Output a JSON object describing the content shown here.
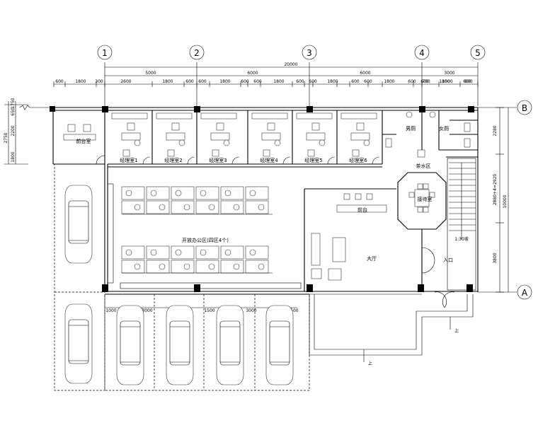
{
  "axes": {
    "columns": [
      "1",
      "2",
      "3",
      "4",
      "5"
    ],
    "rows": [
      "B",
      "A"
    ]
  },
  "dimensions": {
    "overall": "20000",
    "spans": [
      "5000",
      "6000",
      "6000",
      "3000"
    ],
    "row1": [
      "600",
      "1800",
      "300",
      "2600",
      "1800",
      "600",
      "600",
      "1800",
      "600",
      "600",
      "1800",
      "600",
      "600",
      "1800",
      "600",
      "600",
      "1800",
      "600",
      "600",
      "1800",
      "600",
      "700",
      "1500",
      "800"
    ],
    "right": [
      "2280",
      "2880+4=2920",
      "10000",
      "3800"
    ],
    "left": [
      "2750",
      "1800",
      "2200",
      "650",
      "1750"
    ],
    "parking": [
      "1000",
      "3000",
      "1000",
      "1500",
      "3000",
      "1500"
    ]
  },
  "rooms": {
    "reception": "前台室",
    "offices": [
      "经理室1",
      "经理室2",
      "经理室3",
      "经理室4",
      "经理室5",
      "经理室6"
    ],
    "male_wc": "男厕",
    "female_wc": "女厕",
    "water_area": "茶水区",
    "meeting": "接待室",
    "open_office": "开放办公区(四区4个)",
    "hall": "大厅",
    "entrance": "入口",
    "reception_desk": "前台",
    "ramp": "1:30坡",
    "up_mark": "上"
  }
}
